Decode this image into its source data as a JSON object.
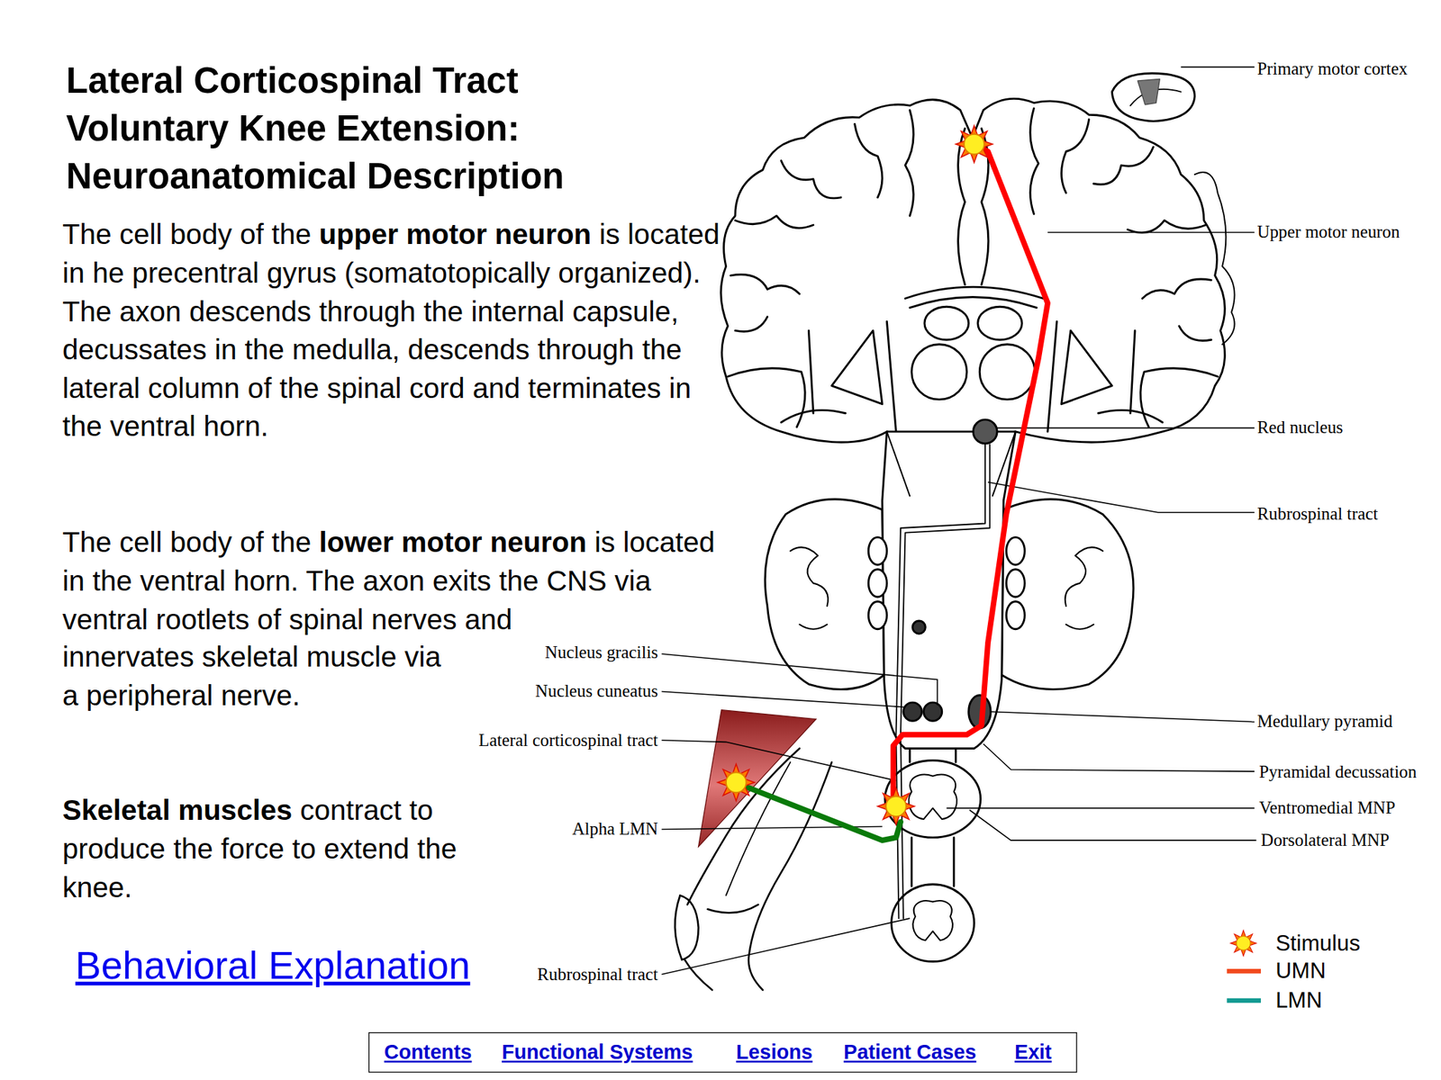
{
  "diagram": {
    "title": "Lateral Corticospinal Tract Voluntary Knee Extension: Neuroanatomical Description",
    "nodes": [
      {
        "text": [
          "Contents",
          "Functional Systems",
          "Lesions",
          "Patient Cases",
          "Exit"
        ]
      }
    ],
    "labels": [
      "The cell body of the",
      "upper motor neuron",
      "is located in he precentral gyrus (somatotopically organized). The axon descends through the internal capsule, decussates in the medulla, descends through the lateral column of the spinal cord and terminates in the ventral horn.",
      "The cell body of the",
      "lower motor neuron",
      "is located in the ventral horn. The axon exits the CNS via ventral rootlets of spinal nerves and innervates skeletal muscle via a peripheral nerve.",
      "Skeletal muscles",
      "contract to produce the force to extend the knee.",
      "Behavioral Explanation",
      "Primary motor cortex",
      "Upper motor neuron",
      "Red nucleus",
      "Rubrospinal tract",
      "Nucleus gracilis",
      "Nucleus cuneatus",
      "Medullary pyramid",
      "Lateral corticospinal tract",
      "Pyramidal decussation",
      "Ventromedial MNP",
      "Alpha LMN",
      "Dorsolateral MNP",
      "Rubrospinal tract"
    ],
    "legend": [
      {
        "text": "Stimulus"
      },
      {
        "text": "UMN",
        "color": "#f24a1e"
      },
      {
        "text": "LMN",
        "color": "#139a92"
      }
    ]
  }
}
